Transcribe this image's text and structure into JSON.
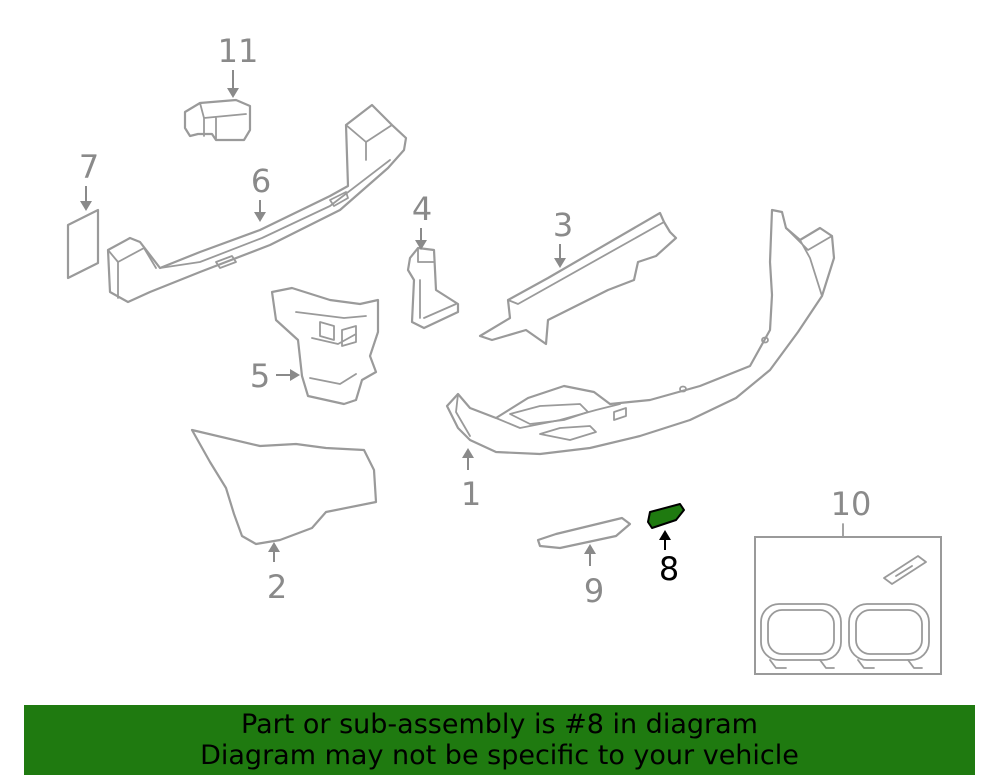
{
  "callouts": {
    "c1": "1",
    "c2": "2",
    "c3": "3",
    "c4": "4",
    "c5": "5",
    "c6": "6",
    "c7": "7",
    "c8": "8",
    "c9": "9",
    "c10": "10",
    "c11": "11"
  },
  "highlight": {
    "part_number": "8",
    "color": "#1f7a10"
  },
  "banner": {
    "line1": "Part or sub-assembly is #8 in diagram",
    "line2": "Diagram may not be specific to your vehicle",
    "background": "#1f7a10"
  }
}
